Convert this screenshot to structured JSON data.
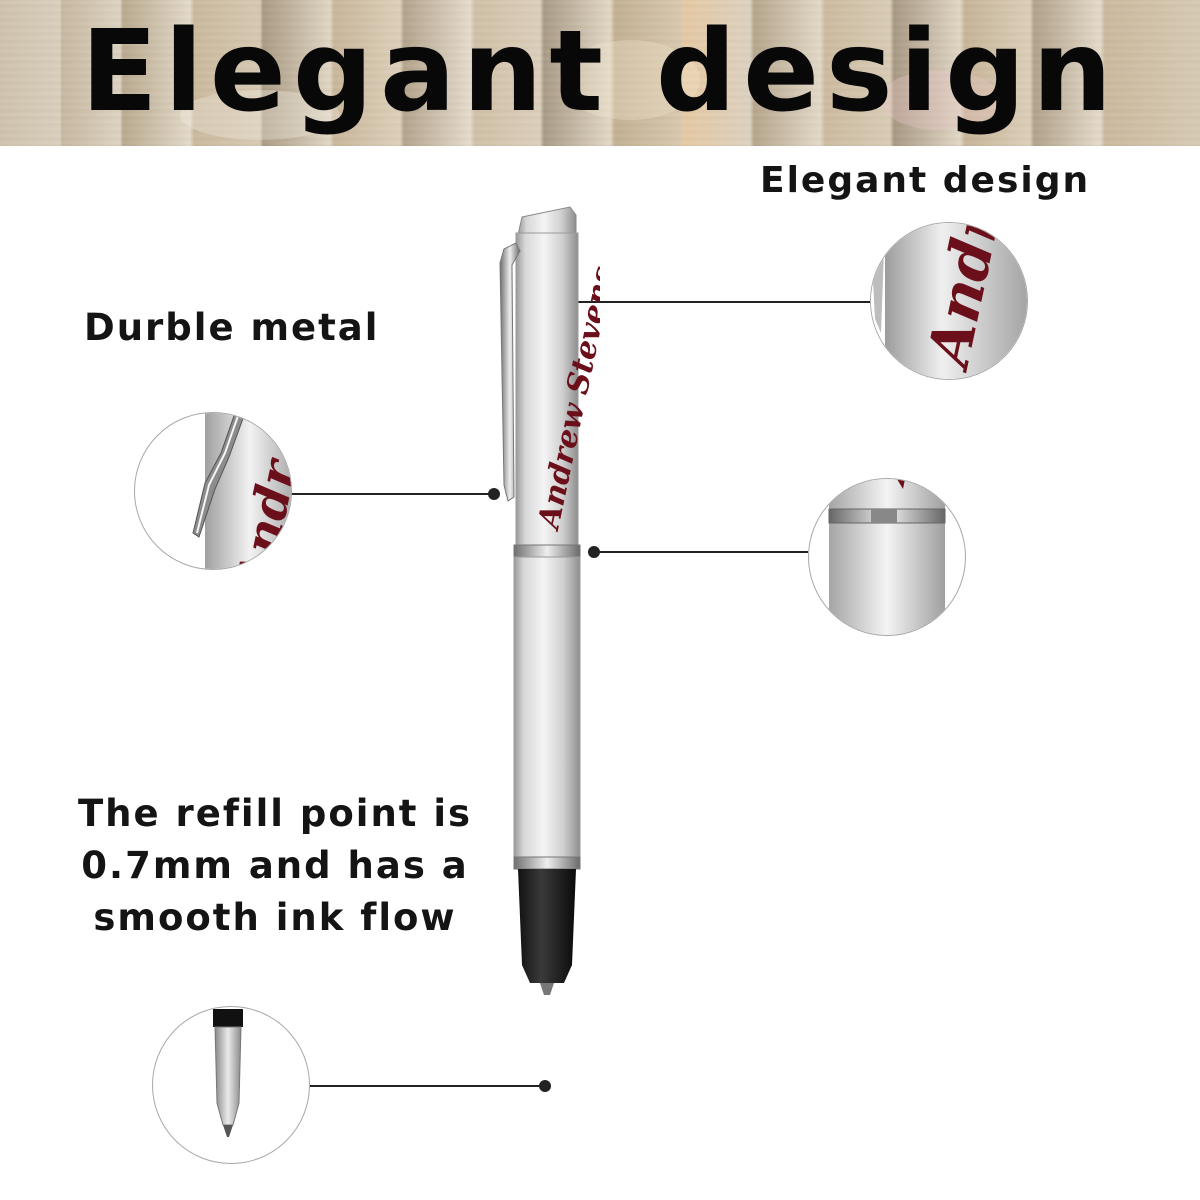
{
  "banner": {
    "title": "Elegant design"
  },
  "callouts": {
    "subtitle": "Elegant design",
    "durable": "Durble metal",
    "refill_lines": [
      "The refill point is",
      "0.7mm and has a",
      "smooth ink flow"
    ]
  },
  "engraving": {
    "name": "Andrew Stevens",
    "zoom_text": "Andr"
  },
  "colors": {
    "ink": "#6b0f1a",
    "text": "#141414",
    "leader": "#222222",
    "steel": "#c9c9c9"
  },
  "icons": [
    "pen-image",
    "zoom-circle"
  ]
}
